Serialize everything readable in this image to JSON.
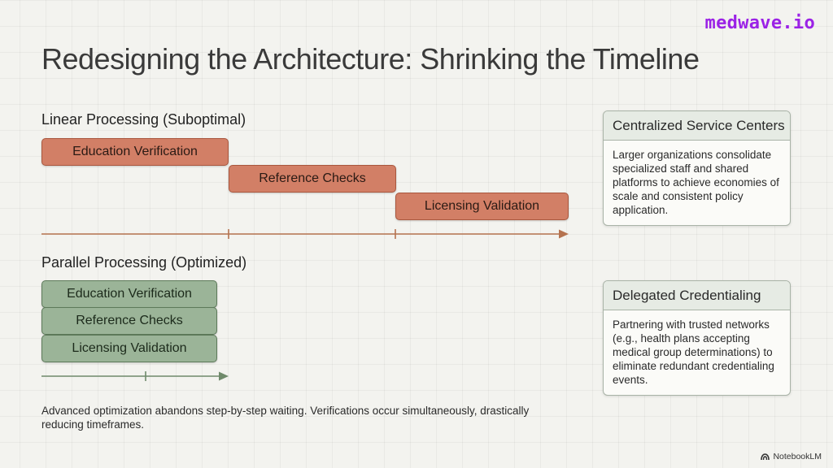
{
  "brand": "medwave.io",
  "title": "Redesigning the Architecture: Shrinking the Timeline",
  "linear": {
    "label": "Linear Processing (Suboptimal)",
    "steps": [
      "Education Verification",
      "Reference Checks",
      "Licensing Validation"
    ]
  },
  "parallel": {
    "label": "Parallel Processing (Optimized)",
    "steps": [
      "Education Verification",
      "Reference Checks",
      "Licensing Validation"
    ]
  },
  "cards": [
    {
      "title": "Centralized Service Centers",
      "body": "Larger organizations consolidate specialized staff and shared platforms to achieve economies of scale and consistent policy application."
    },
    {
      "title": "Delegated Credentialing",
      "body": "Partnering with trusted networks (e.g., health plans accepting medical group determinations) to eliminate redundant credentialing events."
    }
  ],
  "caption": "Advanced optimization abandons step-by-step waiting. Verifications occur simultaneously, drastically reducing timeframes.",
  "footer": "NotebookLM",
  "colors": {
    "brand": "#9b22e6",
    "linear_bar": "#d27f66",
    "parallel_bar": "#9bb498",
    "linear_arrow": "#b5734f",
    "parallel_arrow": "#6f8a6b"
  },
  "icons": {
    "footer_logo": "notebooklm-logo-icon"
  }
}
